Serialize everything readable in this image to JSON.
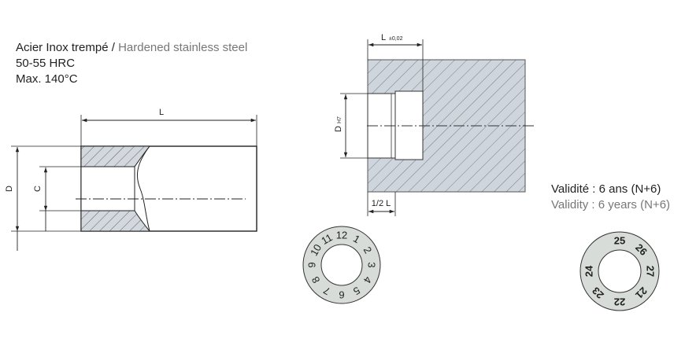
{
  "material": {
    "fr": "Acier Inox trempé",
    "sep": " / ",
    "en": "Hardened stainless steel"
  },
  "hardness": "50-55 HRC",
  "max_temp": "Max. 140°C",
  "left_drawing": {
    "length_label": "L",
    "outer_diameter_label": "D",
    "inner_diameter_label": "C"
  },
  "right_drawing": {
    "length_label": "L",
    "length_tolerance": "±0,02",
    "bore_label": "D",
    "bore_fit": "H7",
    "half_length_label": "1/2 L"
  },
  "month_dial": {
    "labels": [
      "12",
      "1",
      "2",
      "3",
      "4",
      "5",
      "6",
      "7",
      "8",
      "9",
      "10",
      "11"
    ]
  },
  "year_dial": {
    "labels": [
      "25",
      "26",
      "27",
      "21",
      "22",
      "23",
      "24"
    ]
  },
  "validity": {
    "fr": "Validité : 6 ans (N+6)",
    "en": "Validity : 6 years (N+6)"
  },
  "colors": {
    "hatch_fill": "#cfd5dd",
    "line": "#222222",
    "ring": "#d8dcd8"
  }
}
